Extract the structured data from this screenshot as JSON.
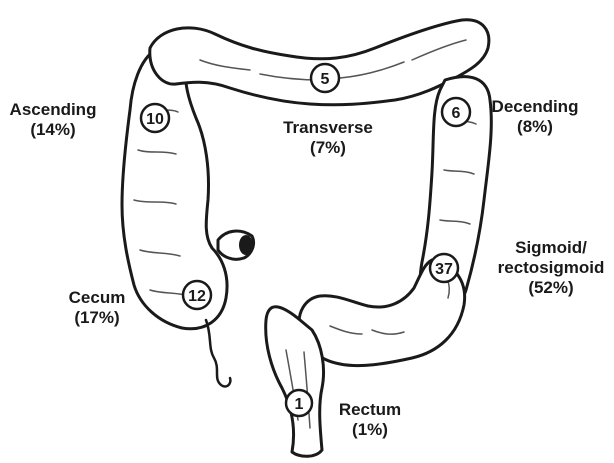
{
  "segments": {
    "ascending": {
      "name": "Ascending",
      "percent": "(14%)",
      "count": "10"
    },
    "transverse": {
      "name": "Transverse",
      "percent": "(7%)",
      "count": "5"
    },
    "descending": {
      "name": "Decending",
      "percent": "(8%)",
      "count": "6"
    },
    "sigmoid": {
      "name_line1": "Sigmoid/",
      "name_line2": "rectosigmoid",
      "percent": "(52%)",
      "count": "37"
    },
    "cecum": {
      "name": "Cecum",
      "percent": "(17%)",
      "count": "12"
    },
    "rectum": {
      "name": "Rectum",
      "percent": "(1%)",
      "count": "1"
    }
  },
  "colors": {
    "outline": "#1a1a1a",
    "fill": "#ffffff",
    "detail": "#555555"
  }
}
